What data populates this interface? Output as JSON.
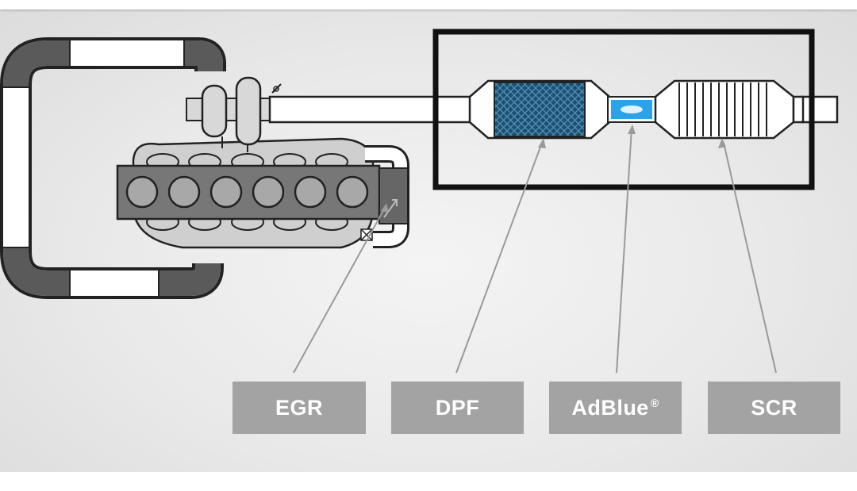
{
  "labels": {
    "egr": "EGR",
    "dpf": "DPF",
    "adblue": "AdBlue",
    "adblue_mark": "®",
    "scr": "SCR"
  },
  "colors": {
    "label_bg": "#a3a3a3",
    "label_text": "#ffffff",
    "dpf_fill": "#1f4e6e",
    "adblue_fill": "#2aa3e8",
    "engine_block": "#777777",
    "pipe_dark": "#5a5a5a"
  },
  "icons": {
    "throttle": "throttle-valve-icon",
    "egr_valve": "egr-valve-icon"
  }
}
